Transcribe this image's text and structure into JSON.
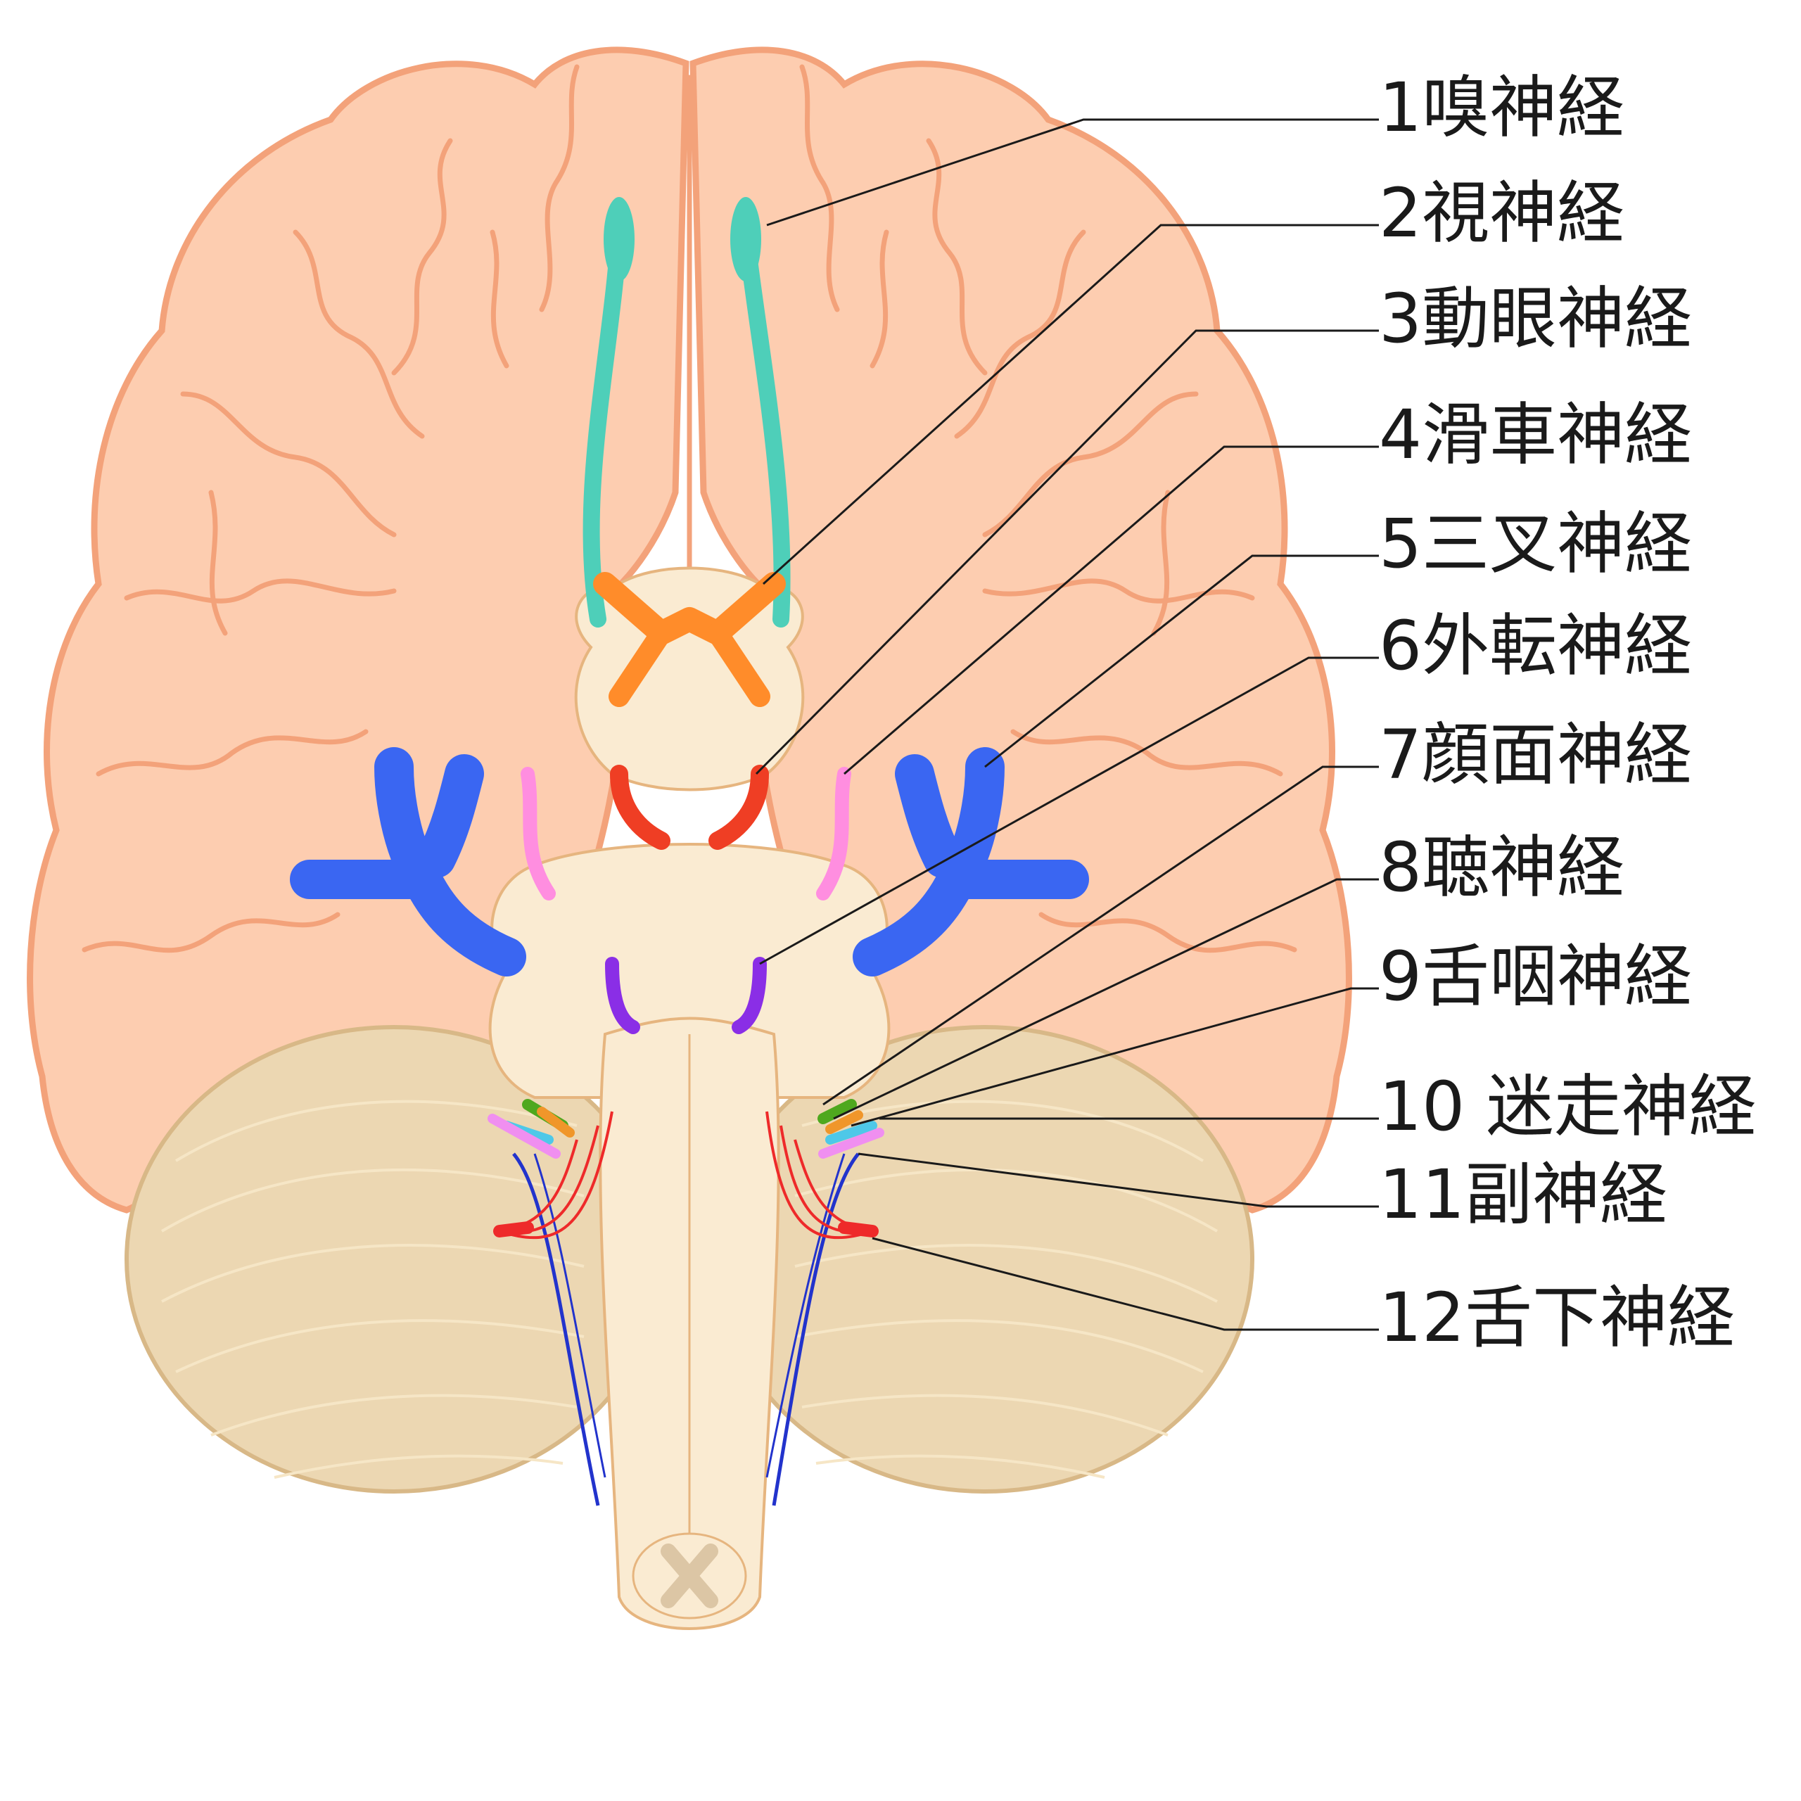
{
  "labels": [
    {
      "text": "1嗅神経",
      "color": "#4ecfb9"
    },
    {
      "text": "2視神経",
      "color": "#ff8c2a"
    },
    {
      "text": "3動眼神経",
      "color": "#ef3e24"
    },
    {
      "text": "4滑車神経",
      "color": "#ff8ee0"
    },
    {
      "text": "5三叉神経",
      "color": "#3a66f2"
    },
    {
      "text": "6外転神経",
      "color": "#8a2ee6"
    },
    {
      "text": "7顔面神経",
      "color": "#4fa81e"
    },
    {
      "text": "8聴神経",
      "color": "#f0962a"
    },
    {
      "text": "9舌咽神経",
      "color": "#4ec8e8"
    },
    {
      "text": "10 迷走神経",
      "color": "#f08ff0"
    },
    {
      "text": "11副神経",
      "color": "#2233cc"
    },
    {
      "text": "12舌下神経",
      "color": "#ee2a2a"
    }
  ],
  "colors": {
    "cerebrum": "#fdcdb0",
    "cerebrum_outline": "#f3a27a",
    "cerebellum": "#ecd7b2",
    "brainstem": "#faebd2"
  }
}
